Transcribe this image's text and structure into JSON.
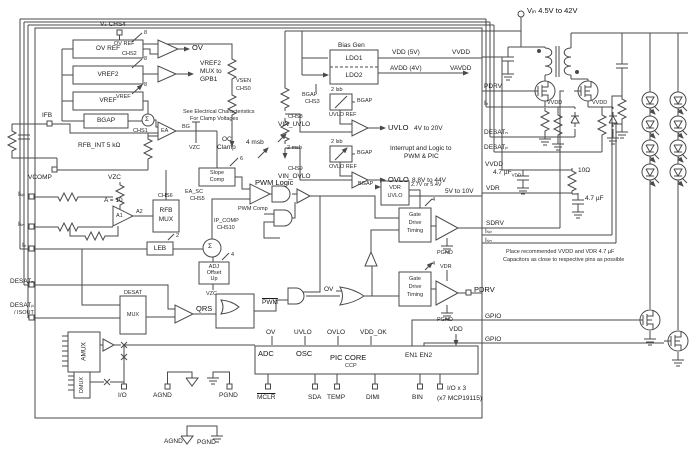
{
  "refs": {
    "ovref": "OV REF",
    "vref2": "VREF2",
    "vref": "VREF",
    "bgap": "BGAP",
    "bit8": "8",
    "vs_pin": "Vₛ CHS4",
    "ovref_net": "OV REF",
    "chs2": "CHS2",
    "ov_out": "OV",
    "mux_note1": "VREF2",
    "mux_note2": "MUX to",
    "mux_note3": "GPB1",
    "vref_net": "VREF",
    "chs1": "CHS1",
    "sigma": "Σ",
    "ea": "EA",
    "vsen": "VSEN",
    "chs0": "CHS0",
    "clamp_note1": "See Electrical Characteristics",
    "clamp_note2": "For Clamp Voltages",
    "bg": "BG",
    "vzc": "VZC",
    "oc1": "OC",
    "oc2": "Clamp",
    "msb4": "4 msb",
    "rfb": "RFB_INT  5 kΩ",
    "ifb": "IFB",
    "vcomp": "VCOMP"
  },
  "amp": {
    "vzc": "VZC",
    "gain": "A = 10",
    "a1": "A1",
    "a2": "A2",
    "rfbmux1": "RFB",
    "rfbmux2": "MUX",
    "chs6": "CHS6",
    "isp": "Iₛₚ",
    "isn": "Iₛₙ"
  },
  "pwm": {
    "ip": "Iₚ",
    "leb": "LEB",
    "n2": "2",
    "sigma": "Σ",
    "off1": "ADJ",
    "off2": "Offset",
    "off3": "Up",
    "n4": "4",
    "vzc": "VZC",
    "ipcomp": "IP_COMP",
    "chs10": "CHS10",
    "easc": "EA_SC",
    "chs5": "CHS5",
    "slope1": "Slope",
    "slope2": "Comp",
    "n6": "6",
    "logic": "PWM Logic",
    "comp": "PWM Comp",
    "pwmbar": "PWM",
    "ov_in": "OV"
  },
  "desat": {
    "dn": "DESATₙ",
    "dp": "DESATₚ",
    "dp2": "/ ISOUT",
    "mux1": "DESAT",
    "mux2": "MUX",
    "qrs": "QRS"
  },
  "bias": {
    "title": "Bias Gen",
    "ldo1": "LDO1",
    "ldo2": "LDO2",
    "vdd5": "VDD (5V)",
    "vvdd": "VVDD",
    "avdd4": "AVDD (4V)",
    "vavdd": "VAVDD",
    "bgap": "BGAP",
    "chs3": "CHS3",
    "lsb2": "2 lsb",
    "bgap_arrow": "BGAP",
    "uvloref": "UVLO REF",
    "vinuvlo": "VIN_UVLO",
    "chs8": "CHS8",
    "uvlo": "UVLO",
    "r1": "4V to 20V",
    "msb2": "2 msb",
    "ovloref": "OVLO REF",
    "vinovlo": "VIN_OVLO",
    "chs9": "CHS9",
    "ovlo": "OVLO",
    "r2": "8.8V to 44V",
    "int1": "Interrupt and Logic to",
    "int2": "PWM & PIC"
  },
  "drive": {
    "vdruvlo1": "VDR",
    "vdruvlo2": "UVLO",
    "bgap": "BGAP",
    "v27": "2.7V or 5.4V",
    "v510": "5V to 10V",
    "gdt1": "Gate",
    "gdt2": "Drive",
    "gdt3": "Timing",
    "n4": "4",
    "vdr": "VDR",
    "pgnd": "PGND",
    "pdrv": "PDRV",
    "sdrv": "SDRV",
    "vdr_net": "VDR"
  },
  "pic": {
    "adc": "ADC",
    "osc": "OSC",
    "core": "PIC CORE",
    "ccp": "CCP",
    "en": "EN1 EN2",
    "ov": "OV",
    "uvlo": "UVLO",
    "ovlo": "OVLO",
    "vddok": "VDD_OK",
    "vdd": "VDD",
    "mclr": "MCLR",
    "sda": "SDA",
    "temp": "TEMP",
    "dimi": "DIMI",
    "bin": "BIN",
    "iox3": "I/O x 3",
    "part": "(x7 MCP19115)"
  },
  "mux": {
    "amux": "AMUX",
    "dmux": "DMUX",
    "io": "I/O",
    "agnd": "AGND",
    "pgnd": "PGND"
  },
  "gnd": {
    "agnd": "AGND",
    "pgnd": "PGND"
  },
  "app": {
    "vin": "Vᵢₙ 4.5V to 42V",
    "pdrv": "PDRV",
    "ip": "Iₚ",
    "dn": "DESATₙ",
    "dp": "DESATₚ",
    "vvdd": "VVDD",
    "c1": "4.7 µF",
    "c1sub": "VDD",
    "r10": "10Ω",
    "c2": "4.7 µF",
    "isp": "Iₛₚ",
    "isn": "Iₛₙ",
    "gpio1": "GPIO",
    "gpio2": "GPIO",
    "vvdd2": "VVDD",
    "vvdd3": "VVDD",
    "note1": "Place recommended VVDD and VDR 4.7 µF",
    "note2": "Capacitors as close to respective pins as possible"
  },
  "colors": {
    "line": "#4a4a4a",
    "text": "#1c1c1c",
    "bg": "#ffffff"
  }
}
